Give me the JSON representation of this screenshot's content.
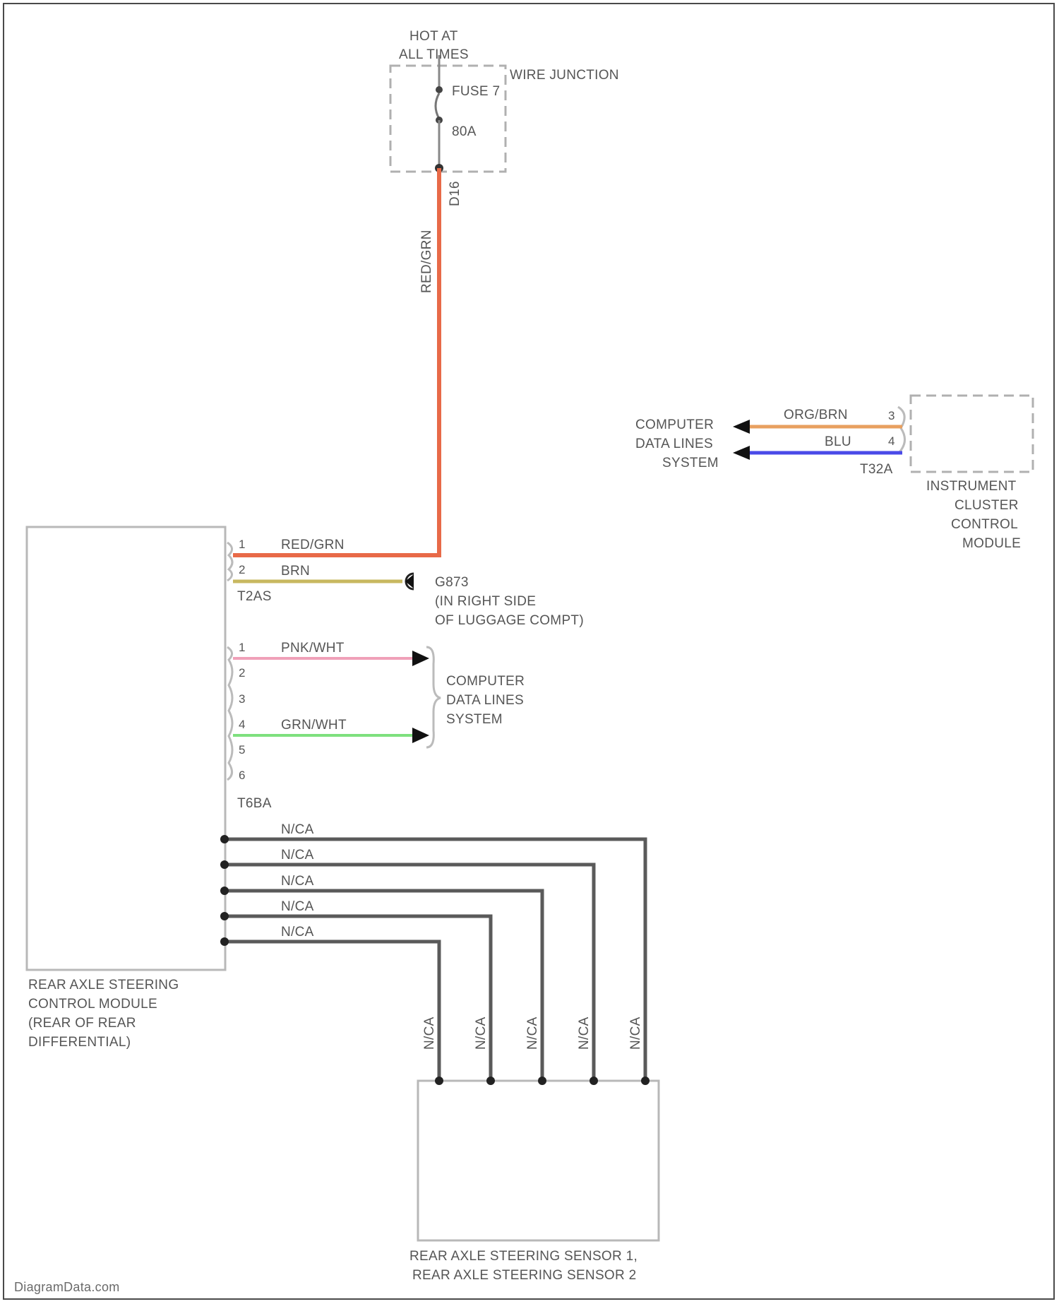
{
  "fuse_block": {
    "hot_label": [
      "HOT AT",
      "ALL TIMES"
    ],
    "fuse_name": "FUSE 7",
    "fuse_rating": "80A",
    "junction_label": "WIRE JUNCTION",
    "wire_size": "D16",
    "wire_color": "RED/GRN"
  },
  "instrument_cluster": {
    "name": [
      "INSTRUMENT",
      "CLUSTER",
      "CONTROL",
      "MODULE"
    ],
    "connector": "T32A",
    "dest_label": [
      "COMPUTER",
      "DATA LINES",
      "SYSTEM"
    ],
    "wires": [
      {
        "pin": "3",
        "color_name": "ORG/BRN",
        "color": "#e8a060"
      },
      {
        "pin": "4",
        "color_name": "BLU",
        "color": "#4a4ae8"
      }
    ]
  },
  "rear_module": {
    "name": [
      "REAR AXLE STEERING",
      "CONTROL MODULE",
      "(REAR OF REAR",
      "DIFFERENTIAL)"
    ],
    "connector_a": {
      "name": "T2AS",
      "pins": [
        {
          "pin": "1",
          "wire": "RED/GRN"
        },
        {
          "pin": "2",
          "wire": "BRN"
        }
      ]
    },
    "ground_label": [
      "G873",
      "(IN RIGHT SIDE",
      "OF LUGGAGE COMPT)"
    ],
    "connector_b": {
      "name": "T6BA",
      "pins": [
        "1",
        "2",
        "3",
        "4",
        "5",
        "6"
      ],
      "wires": [
        {
          "pin": "1",
          "color_name": "PNK/WHT",
          "color": "#f0a0b8"
        },
        {
          "pin": "4",
          "color_name": "GRN/WHT",
          "color": "#7ee07e"
        }
      ]
    },
    "data_lines_label": [
      "COMPUTER",
      "DATA LINES",
      "SYSTEM"
    ],
    "sensor_wires": [
      "N/CA",
      "N/CA",
      "N/CA",
      "N/CA",
      "N/CA"
    ],
    "sensor_wires_vertical": [
      "N/CA",
      "N/CA",
      "N/CA",
      "N/CA",
      "N/CA"
    ]
  },
  "sensor": {
    "name": [
      "REAR AXLE STEERING SENSOR 1,",
      "REAR AXLE STEERING SENSOR 2"
    ]
  },
  "colors": {
    "power_wire": "#e86a48",
    "brown_wire": "#c8b860",
    "sensor_wire": "#5a5a5a"
  },
  "watermark": "DiagramData.com"
}
